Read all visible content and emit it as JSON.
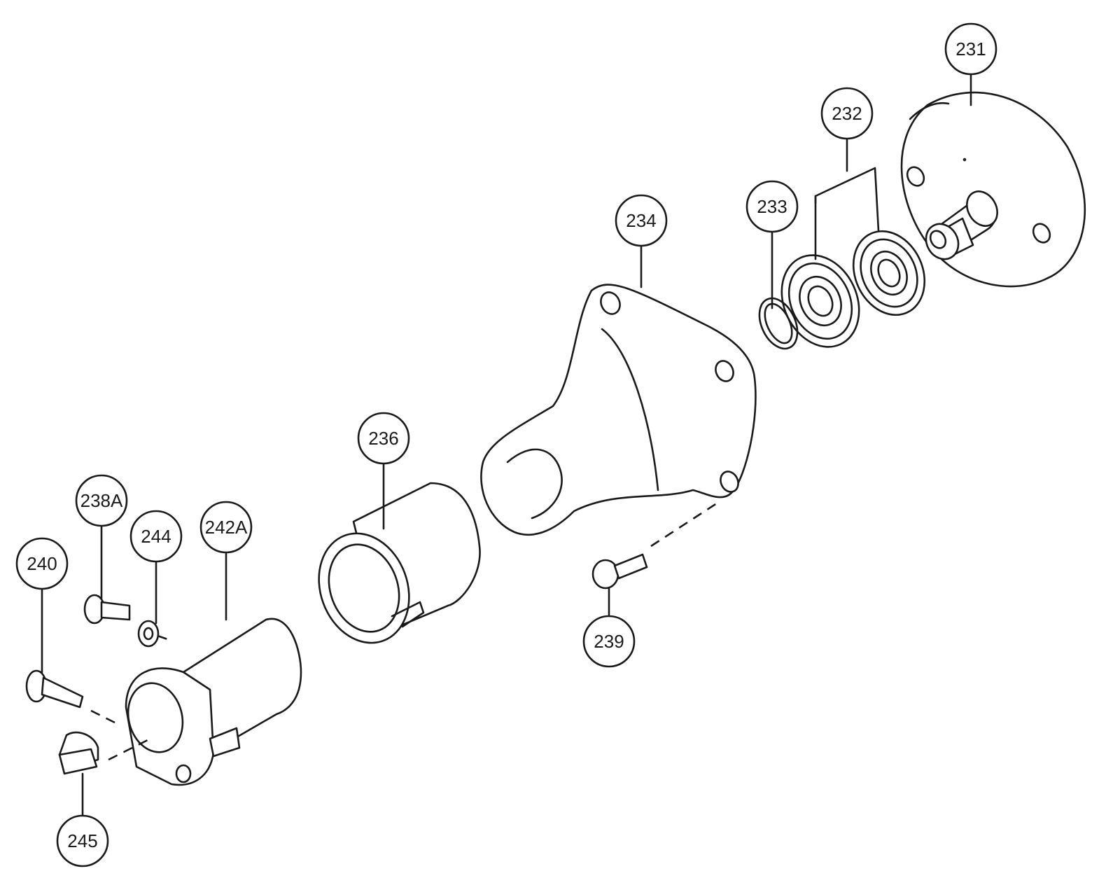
{
  "diagram": {
    "callouts": [
      {
        "id": "231",
        "label": "231"
      },
      {
        "id": "232",
        "label": "232"
      },
      {
        "id": "233",
        "label": "233"
      },
      {
        "id": "234",
        "label": "234"
      },
      {
        "id": "236",
        "label": "236"
      },
      {
        "id": "238A",
        "label": "238A"
      },
      {
        "id": "239",
        "label": "239"
      },
      {
        "id": "240",
        "label": "240"
      },
      {
        "id": "242A",
        "label": "242A"
      },
      {
        "id": "244",
        "label": "244"
      },
      {
        "id": "245",
        "label": "245"
      }
    ],
    "colors": {
      "line": "#1a1a1a",
      "background": "#ffffff"
    }
  }
}
